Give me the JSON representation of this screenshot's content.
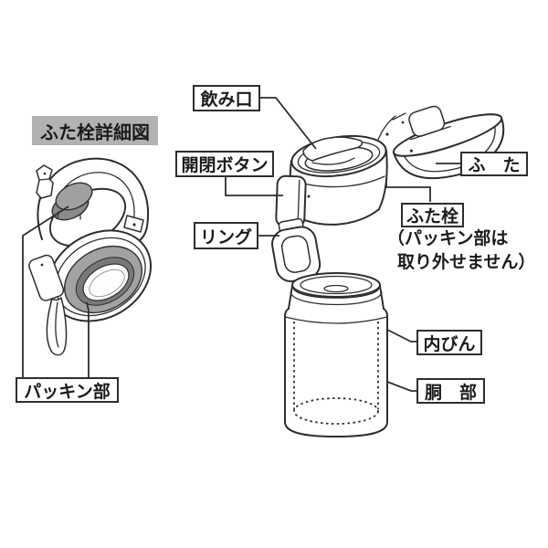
{
  "diagram": {
    "title": "ふた栓詳細図",
    "labels": {
      "spout": "飲み口",
      "open_close_button": "開閉ボタン",
      "ring": "リング",
      "lid": "ふ　た",
      "lid_plug": "ふた栓",
      "inner_bottle": "内びん",
      "body": "胴　部",
      "packing": "パッキン部"
    },
    "note": {
      "line1": "（パッキン部は",
      "line2": "取り外せません）"
    },
    "colors": {
      "line": "#2e2e2e",
      "label_background": "#b2b2b2",
      "plug_top_gray": "#a0a0a0",
      "plug_side_gray": "#8a8a8a",
      "gasket_outer_gray": "#a2a2a2",
      "gasket_inner_dark": "#787878",
      "background": "#ffffff"
    }
  }
}
